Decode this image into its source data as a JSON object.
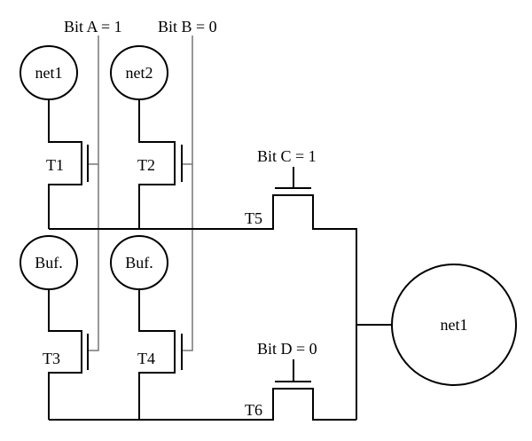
{
  "labels": {
    "bit_a": "Bit A = 1",
    "bit_b": "Bit B = 0",
    "bit_c": "Bit C = 1",
    "bit_d": "Bit D = 0",
    "t1": "T1",
    "t2": "T2",
    "t3": "T3",
    "t4": "T4",
    "t5": "T5",
    "t6": "T6",
    "net1_top": "net1",
    "net2": "net2",
    "buf_left": "Buf.",
    "buf_right": "Buf.",
    "net1_out": "net1"
  }
}
